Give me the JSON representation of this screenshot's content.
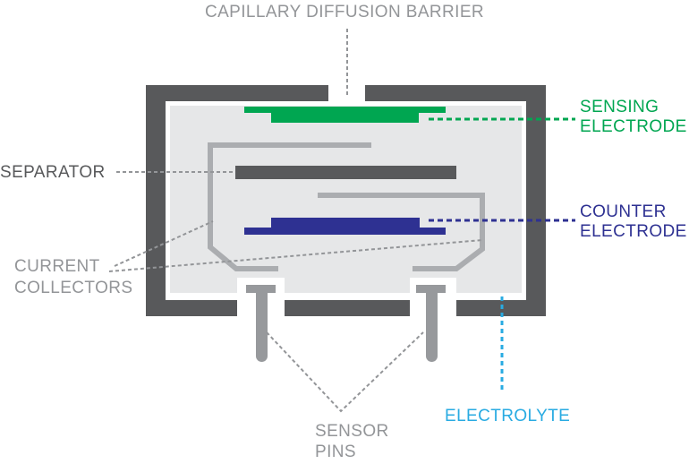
{
  "diagram": {
    "title": "CAPILLARY DIFFUSION BARRIER",
    "labels": {
      "sensing_electrode": "SENSING\nELECTRODE",
      "separator": "SEPARATOR",
      "counter_electrode": "COUNTER\nELECTRODE",
      "current_collectors": "CURRENT\nCOLLECTORS",
      "sensor_pins": "SENSOR\nPINS",
      "electrolyte": "ELECTROLYTE"
    },
    "colors": {
      "sensing_electrode_green": "#00A651",
      "counter_electrode_blue": "#2E3192",
      "electrolyte_cyan": "#29ABE2",
      "case_dark_gray": "#58595B",
      "electrolyte_fill": "#E6E7E8",
      "current_collector_gray": "#ABADB0",
      "pin_gray": "#97999C",
      "label_gray": "#939598"
    }
  }
}
